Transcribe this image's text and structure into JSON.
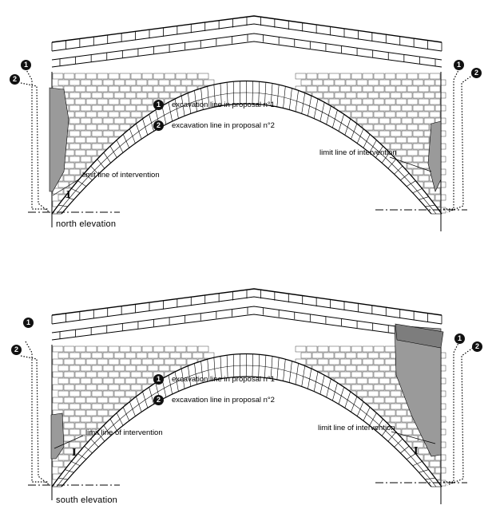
{
  "panels": [
    {
      "id": "north",
      "elevation_label": "north elevation",
      "legend": [
        {
          "marker": "1",
          "text": "excavation line in proposal n°1"
        },
        {
          "marker": "2",
          "text": "excavation line in proposal n°2"
        }
      ],
      "limit_label_left": "limit line of intervention",
      "limit_label_right": "limit line of intervention",
      "roman_marker": "I",
      "side_markers": {
        "left_top": "1",
        "left_bottom": "2",
        "right_a": "1",
        "right_b": "2"
      }
    },
    {
      "id": "south",
      "elevation_label": "south elevation",
      "legend": [
        {
          "marker": "1",
          "text": "excavation line in proposal n°1"
        },
        {
          "marker": "2",
          "text": "excavation line in proposal n°2"
        }
      ],
      "limit_label_left": "limit line of intervention",
      "limit_label_right": "limit line of intervention",
      "roman_marker_left": "I",
      "roman_marker_right": "I",
      "side_markers": {
        "left_top": "1",
        "left_bottom": "2",
        "right_a": "1",
        "right_b": "2"
      }
    }
  ],
  "colors": {
    "line": "#000000",
    "damaged_stone": "#9a9a9a",
    "background": "#ffffff",
    "marker_fill": "#111111"
  }
}
